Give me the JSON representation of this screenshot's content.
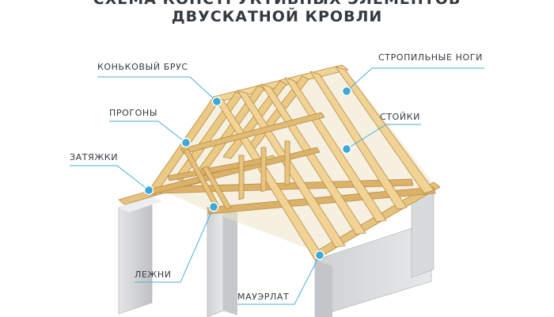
{
  "title": {
    "line1": "СХЕМА КОНСТРУКТИВНЫХ ЭЛЕМЕНТОВ",
    "line2": "ДВУСКАТНОЙ КРОВЛИ"
  },
  "labels": {
    "ridge": "КОНЬКОВЫЙ БРУС",
    "purlins": "ПРОГОНЫ",
    "ties": "ЗАТЯЖКИ",
    "sleepers": "ЛЕЖНИ",
    "rafters": "СТРОПИЛЬНЫЕ НОГИ",
    "posts": "СТОЙКИ",
    "mauerlat": "МАУЭРЛАТ"
  },
  "colors": {
    "wood": "#e8c98a",
    "wood_dark": "#c99e55",
    "wood_light": "#f3ddaa",
    "wall": "#d5d7d8",
    "wall_dark": "#b3b6b8",
    "leader": "#4aaed8",
    "marker": "#3fa9d6",
    "text": "#333a40"
  }
}
